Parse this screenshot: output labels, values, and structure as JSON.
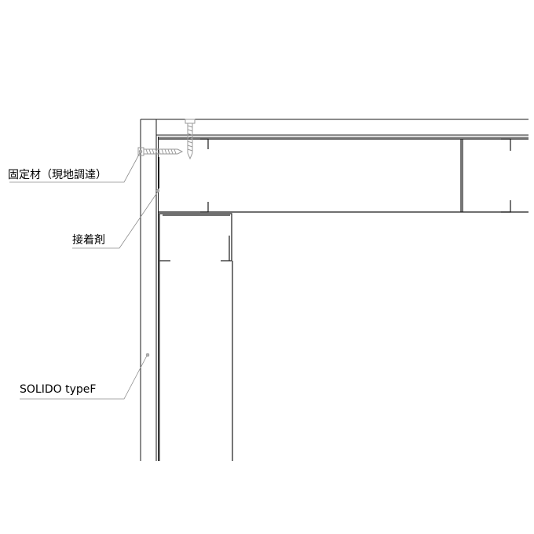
{
  "labels": {
    "fixing": "固定材（現地調達）",
    "adhesive": "接着剤",
    "panel": "SOLIDO typeF"
  },
  "colors": {
    "line": "#1a1a1a",
    "leader": "#8c8c8c",
    "screw": "#9a9a9a",
    "background": "#ffffff"
  }
}
